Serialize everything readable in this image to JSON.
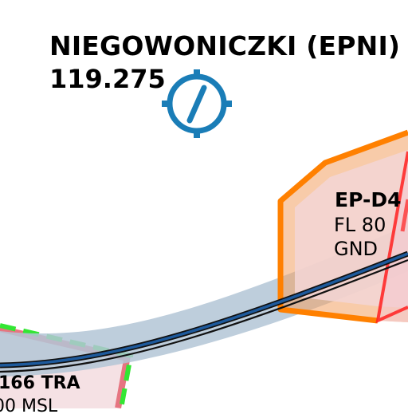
{
  "airfield": {
    "name": "NIEGOWONICZKI (EPNI)",
    "frequency": "119.275",
    "symbol": "airfield-icon",
    "symbol_color": "#1a7db7",
    "runway_icon": "runway-icon"
  },
  "zones": {
    "d4": {
      "name": "EP-D4",
      "upper_limit": "FL 80",
      "lower_limit": "GND",
      "border_color": "#ff8000",
      "fill_color": "#f2a063"
    },
    "tra": {
      "name": "166 TRA",
      "lower_limit": "00 MSL",
      "border_color": "#e05060",
      "dash_color": "#33e633"
    },
    "restricted": {
      "border_color": "#ff2020",
      "fill_color": "#f4c8d0"
    }
  },
  "corridor": {
    "color": "#b3c5d6",
    "line_color": "#1e5a9c"
  }
}
